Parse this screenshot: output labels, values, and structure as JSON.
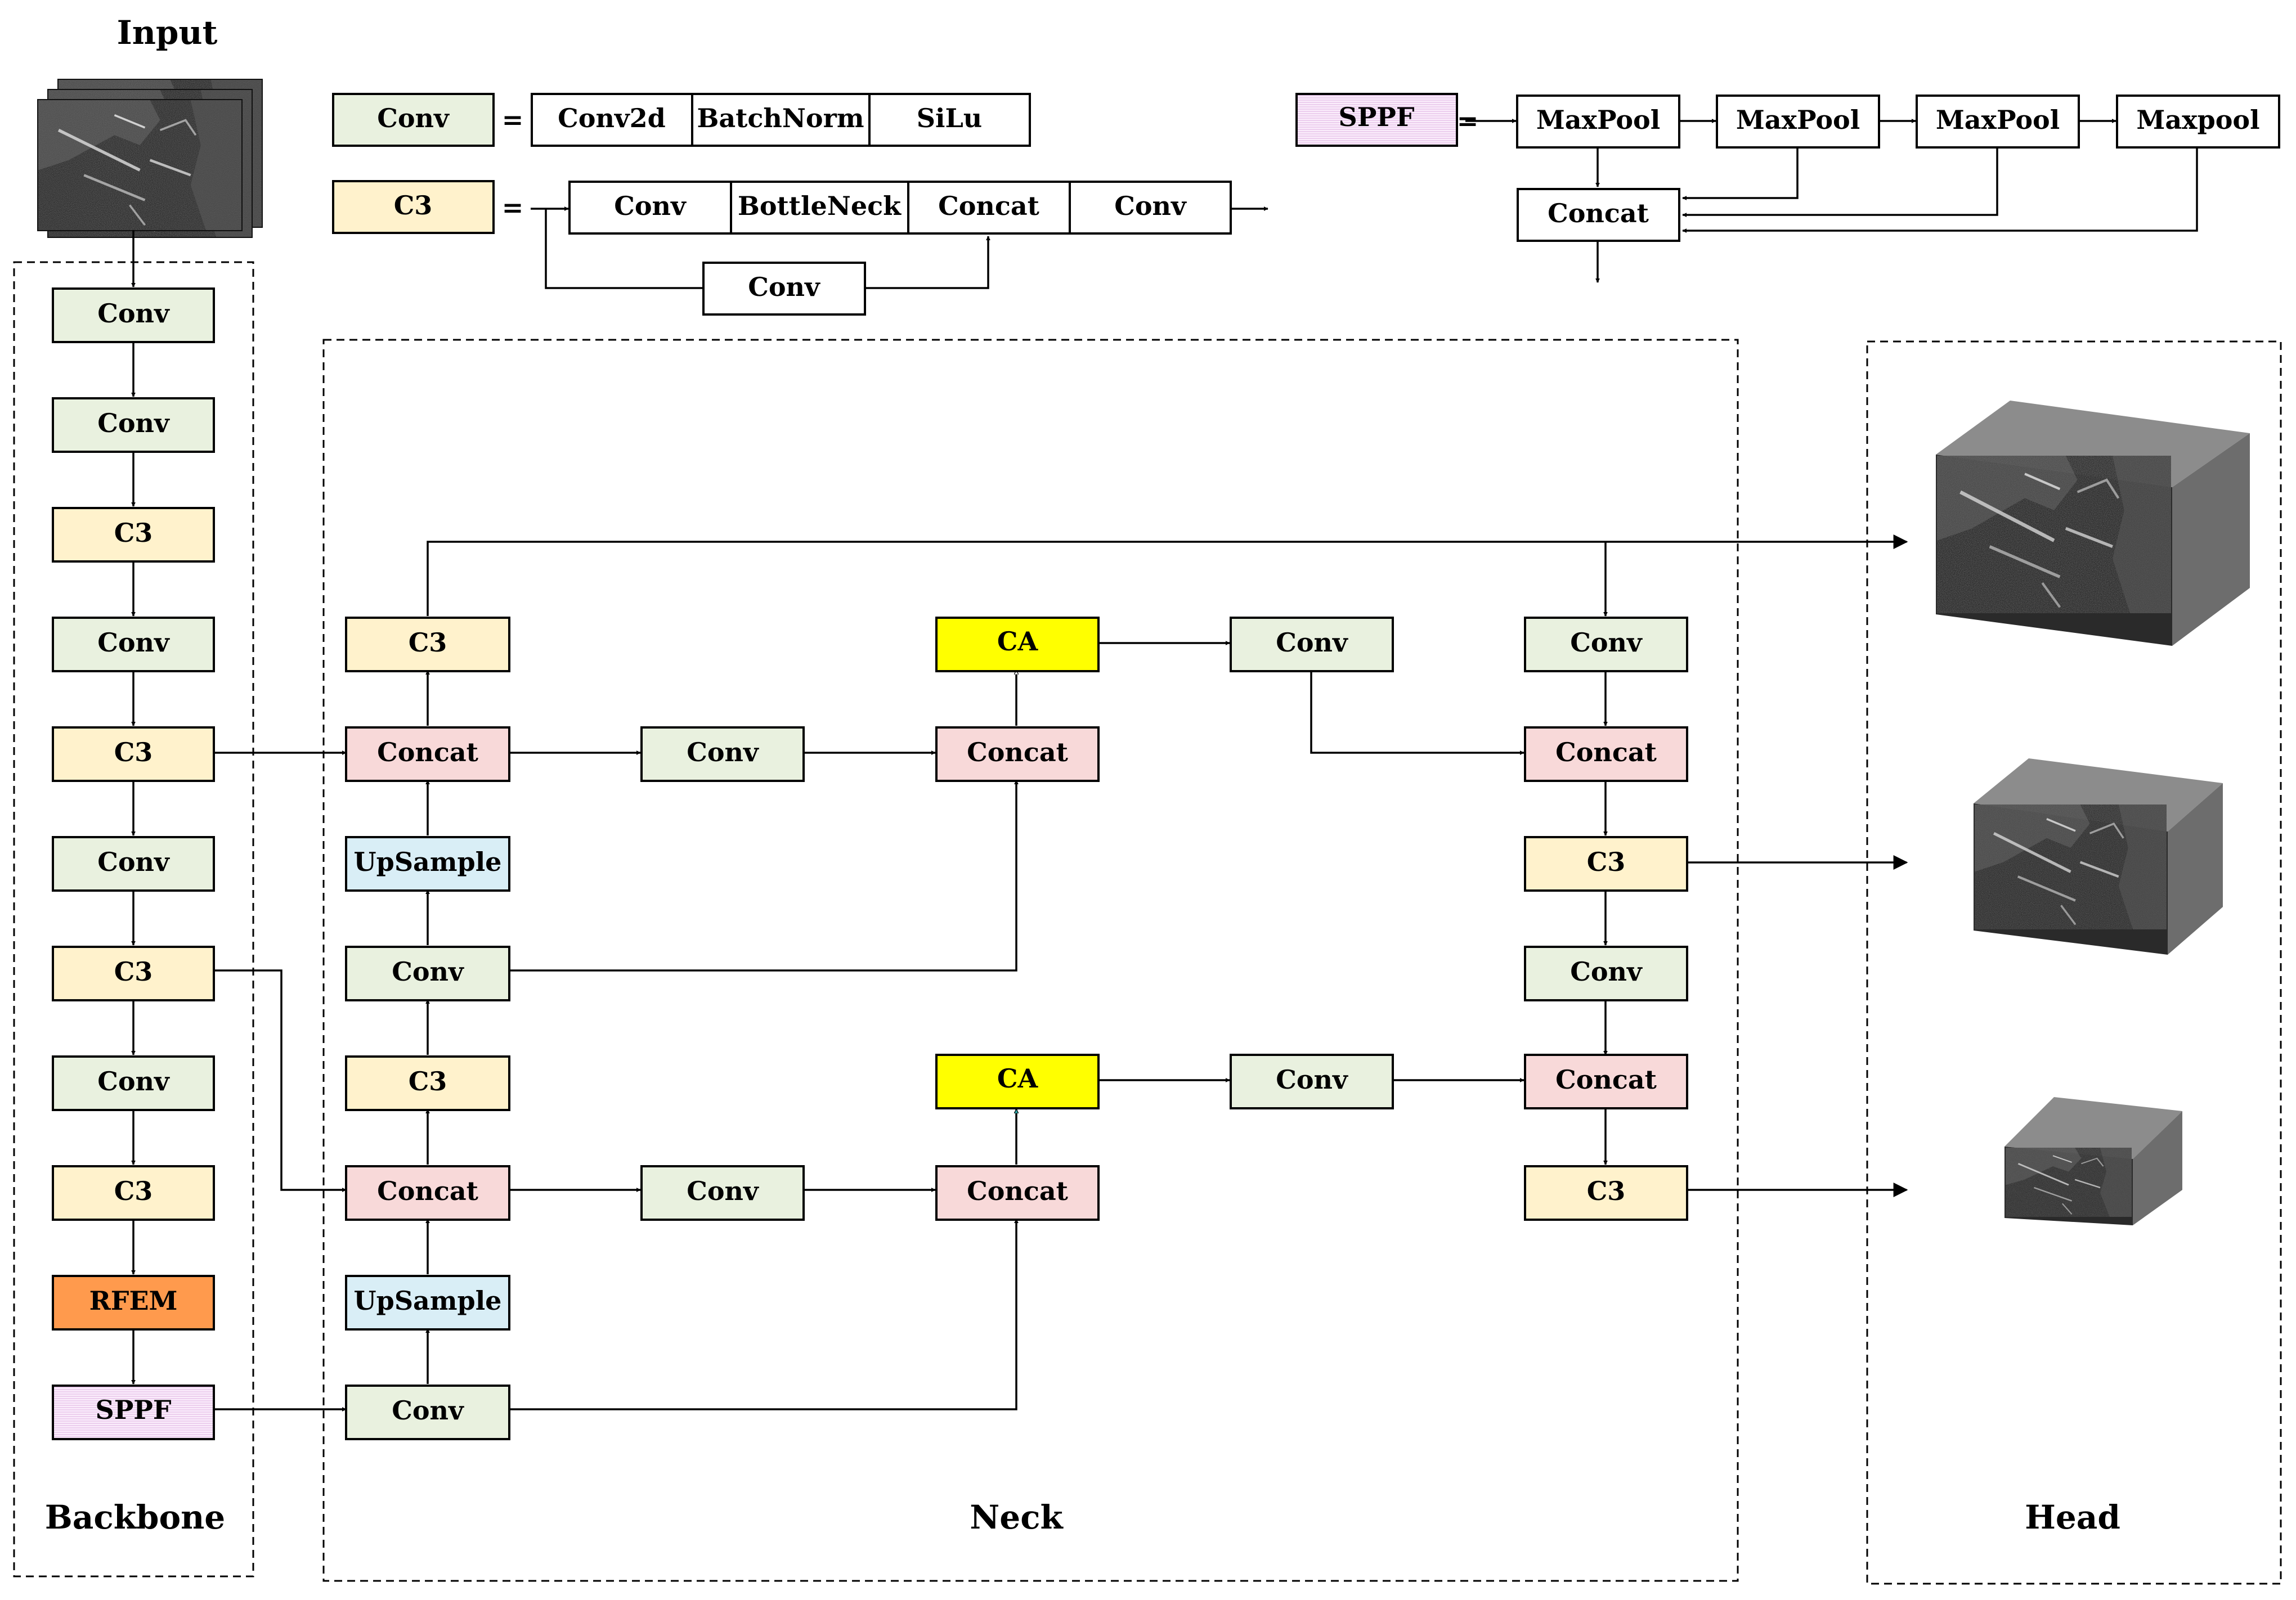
{
  "labels": {
    "input": "Input",
    "backbone": "Backbone",
    "neck": "Neck",
    "head": "Head",
    "equals": "="
  },
  "colors": {
    "conv": "#e9f1df",
    "c3": "#fff2cc",
    "concat": "#f8d9d9",
    "upsample": "#d9eef6",
    "ca": "#ffff00",
    "rfem": "#ff9a4d",
    "sppf": "#f3dff5",
    "plain": "#ffffff"
  },
  "legend": {
    "conv": {
      "name": "Conv",
      "parts": [
        "Conv2d",
        "BatchNorm",
        "SiLu"
      ]
    },
    "c3": {
      "name": "C3",
      "parts": [
        "Conv",
        "BottleNeck",
        "Concat",
        "Conv"
      ],
      "skip": "Conv"
    },
    "sppf": {
      "name": "SPPF",
      "pools": [
        "MaxPool",
        "MaxPool",
        "MaxPool",
        "Maxpool"
      ],
      "concat": "Concat"
    }
  },
  "backbone": [
    "Conv",
    "Conv",
    "C3",
    "Conv",
    "C3",
    "Conv",
    "C3",
    "Conv",
    "C3",
    "RFEM",
    "SPPF"
  ],
  "neck": {
    "col1": [
      "C3",
      "Concat",
      "UpSample",
      "Conv",
      "C3",
      "Concat",
      "UpSample",
      "Conv"
    ],
    "col2": [
      "Conv",
      "Conv"
    ],
    "col3": [
      "CA",
      "Concat",
      "CA",
      "Concat"
    ],
    "col4": [
      "Conv",
      "Conv"
    ],
    "col5": [
      "Conv",
      "Concat",
      "C3",
      "Conv",
      "Concat",
      "C3"
    ]
  }
}
